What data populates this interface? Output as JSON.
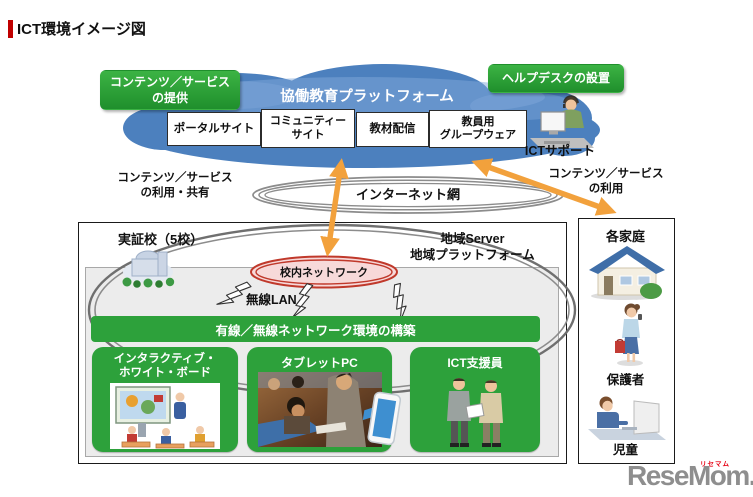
{
  "title": "ICT環境イメージ図",
  "cloud": {
    "title": "協働教育プラットフォーム",
    "boxes": [
      "ポータルサイト",
      "コミュニティー\nサイト",
      "教材配信",
      "教員用\nグループウェア"
    ],
    "support": "ICTサポート"
  },
  "badges": {
    "provide": "コンテンツ／サービス\nの提供",
    "helpdesk": "ヘルプデスクの設置"
  },
  "notes": {
    "left": "コンテンツ／サービス\nの利用・共有",
    "right": "コンテンツ／サービス\nの利用"
  },
  "network": {
    "internet": "インターネット網",
    "region": "地域Server\n地域プラットフォーム",
    "school": "校内ネットワーク",
    "wireless": "無線LAN"
  },
  "school": {
    "title": "実証校（5校）",
    "band": "有線／無線ネットワーク環境の構築",
    "cards": [
      "インタラクティブ・\nホワイト・ボード",
      "タブレットPC",
      "ICT支援員"
    ]
  },
  "home": {
    "title": "各家庭",
    "parent": "保護者",
    "child": "児童"
  },
  "logo": {
    "text": "ReseMom.",
    "ruby": "リセマム"
  },
  "colors": {
    "green": "#2da13b",
    "cloud_blue": "#4c80be",
    "arrow_orange": "#f2a13c",
    "accent_red": "#c00000"
  }
}
